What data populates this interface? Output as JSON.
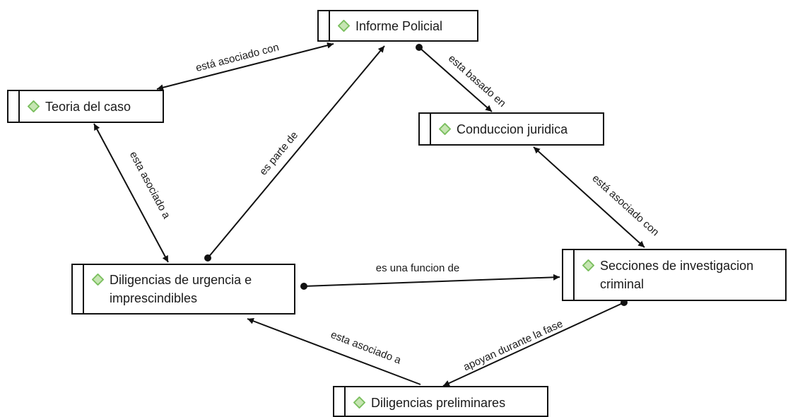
{
  "colors": {
    "node_border": "#111111",
    "icon_fill": "#c6e5b2",
    "icon_stroke": "#7bbf5f",
    "edge": "#111111"
  },
  "nodes": {
    "informe_policial": {
      "label": "Informe Policial",
      "icon": "concept-diamond-icon"
    },
    "teoria_del_caso": {
      "label": "Teoria del caso",
      "icon": "concept-diamond-icon"
    },
    "conduccion_juridica": {
      "label": "Conduccion juridica",
      "icon": "concept-diamond-icon"
    },
    "diligencias_urgencia": {
      "label_line1": "Diligencias de urgencia e",
      "label_line2": "imprescindibles",
      "icon": "concept-diamond-icon"
    },
    "secciones_investigacion": {
      "label_line1": "Secciones de investigacion",
      "label_line2": "criminal",
      "icon": "concept-diamond-icon"
    },
    "diligencias_preliminares": {
      "label": "Diligencias preliminares",
      "icon": "concept-diamond-icon"
    }
  },
  "relations": {
    "teoria_informe": "está asociado con",
    "informe_conduccion": "esta basado en",
    "teoria_diligencias": "esta asociado a",
    "diligencias_informe": "es parte de",
    "conduccion_secciones": "está asociado con",
    "diligencias_secciones": "es una funcion de",
    "preliminares_diligencias": "esta asociado a",
    "secciones_preliminares": "apoyan durante la fase"
  }
}
